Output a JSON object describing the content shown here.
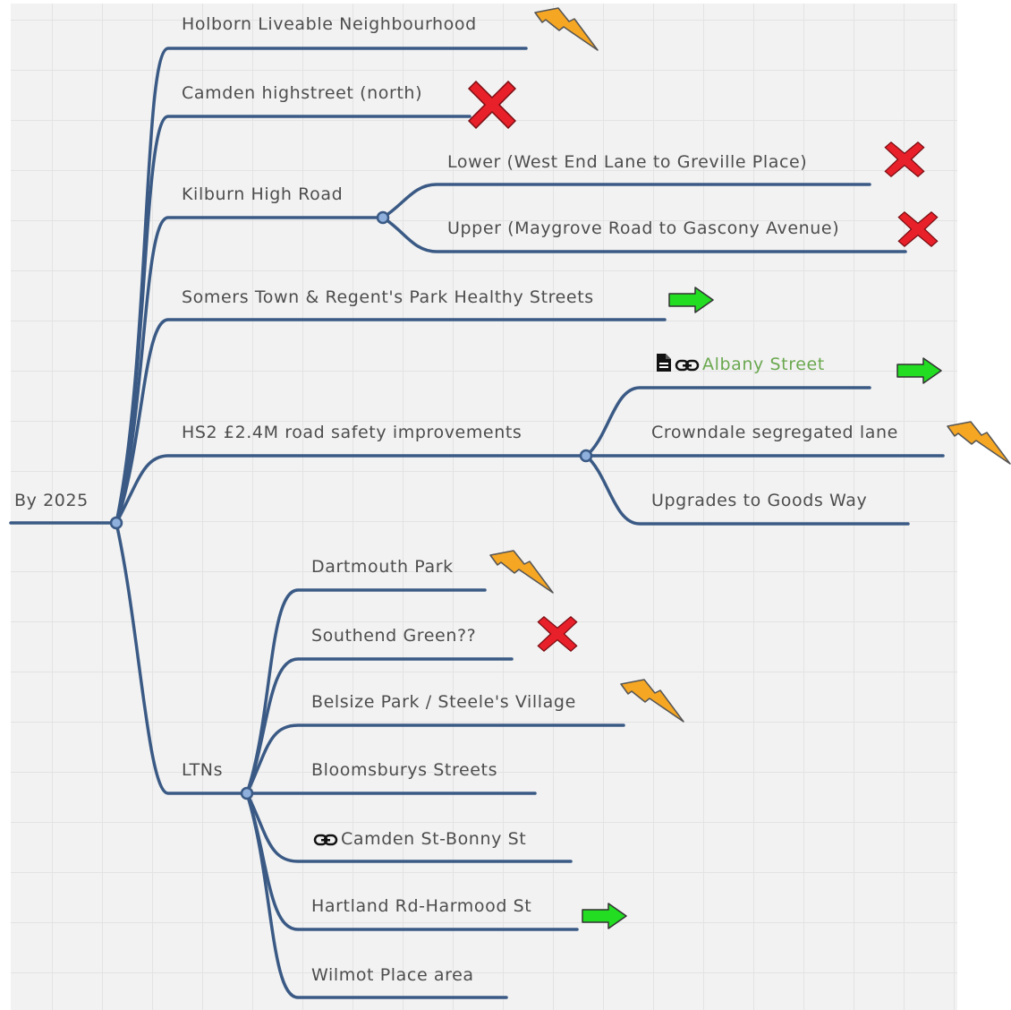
{
  "root": {
    "label": "By 2025"
  },
  "nodes": {
    "holborn": {
      "label": "Holborn Liveable Neighbourhood",
      "status": "in-progress"
    },
    "camden_high": {
      "label": "Camden highstreet (north)",
      "status": "cancelled"
    },
    "kilburn": {
      "label": "Kilburn High Road"
    },
    "kilburn_lower": {
      "label": "Lower (West End Lane to Greville Place)",
      "status": "cancelled"
    },
    "kilburn_upper": {
      "label": "Upper (Maygrove Road to Gascony Avenue)",
      "status": "cancelled"
    },
    "somers": {
      "label": "Somers Town & Regent's Park Healthy Streets",
      "status": "next"
    },
    "hs2": {
      "label": "HS2 £2.4M road safety improvements"
    },
    "albany": {
      "label": "Albany Street",
      "status": "next",
      "icons": [
        "document-icon",
        "link-icon"
      ]
    },
    "crowndale": {
      "label": "Crowndale segregated lane",
      "status": "in-progress"
    },
    "goods_way": {
      "label": "Upgrades to Goods Way"
    },
    "ltns": {
      "label": "LTNs"
    },
    "dartmouth": {
      "label": "Dartmouth Park",
      "status": "in-progress"
    },
    "southend": {
      "label": "Southend Green??",
      "status": "cancelled"
    },
    "belsize": {
      "label": "Belsize Park / Steele's Village",
      "status": "in-progress"
    },
    "bloomsbury": {
      "label": "Bloomsburys Streets"
    },
    "camden_st": {
      "label": "Camden St-Bonny St",
      "icons": [
        "link-icon"
      ]
    },
    "hartland": {
      "label": "Hartland Rd-Harmood St",
      "status": "next"
    },
    "wilmot": {
      "label": "Wilmot Place area"
    }
  },
  "colors": {
    "branch": "#3a5a85",
    "node_fill": "#8fb0dc",
    "text": "#4d4d4d",
    "link_text": "#6aa84f",
    "cross": "#e8202a",
    "arrow": "#22dd22",
    "bolt": "#f5a623"
  }
}
